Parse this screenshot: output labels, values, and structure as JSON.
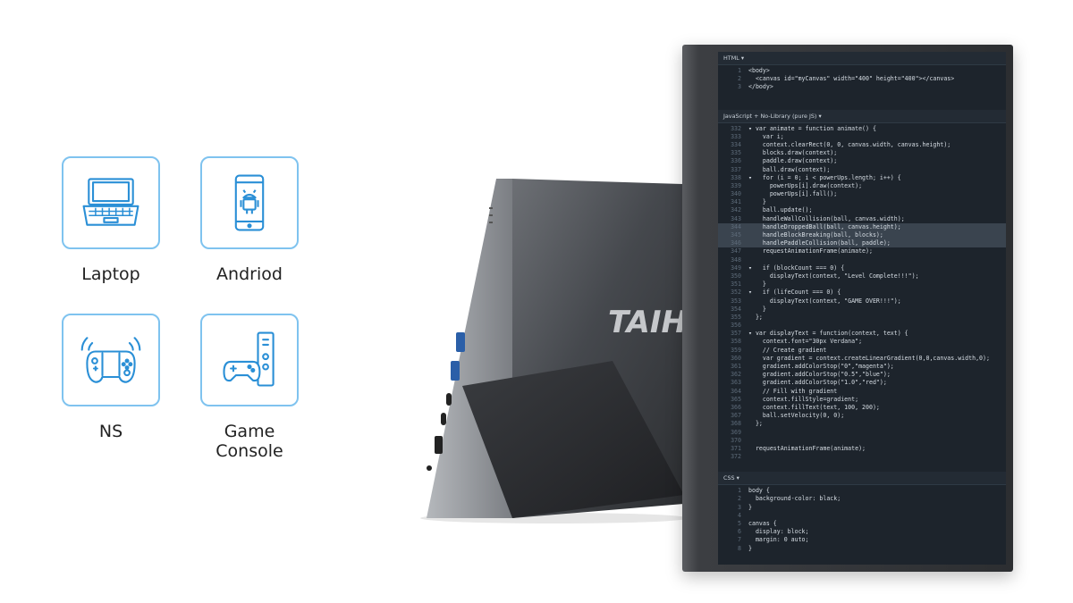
{
  "devices": [
    {
      "label": "Laptop",
      "icon": "laptop-icon"
    },
    {
      "label": "Andriod",
      "icon": "android-phone-icon"
    },
    {
      "label": "NS",
      "icon": "game-controller-switch-icon"
    },
    {
      "label": "Game Console",
      "label_line1": "Game",
      "label_line2": "Console",
      "icon": "game-console-icon"
    }
  ],
  "brand_text": "TAIH",
  "colors": {
    "icon_blue": "#2a8fd6",
    "card_border": "#7fc3ef",
    "screen_bg": "#1d242c"
  },
  "editor": {
    "html_header": "HTML ▾",
    "js_header": "JavaScript + No-Library (pure JS) ▾",
    "css_header": "CSS ▾",
    "html_lines": [
      {
        "n": "1",
        "t": "<body>"
      },
      {
        "n": "2",
        "t": "  <canvas id=\"myCanvas\" width=\"400\" height=\"400\"></canvas>"
      },
      {
        "n": "3",
        "t": "</body>"
      }
    ],
    "js_lines": [
      {
        "n": "332",
        "t": "▾ var animate = function animate() {"
      },
      {
        "n": "333",
        "t": "    var i;"
      },
      {
        "n": "334",
        "t": "    context.clearRect(0, 0, canvas.width, canvas.height);"
      },
      {
        "n": "335",
        "t": "    blocks.draw(context);"
      },
      {
        "n": "336",
        "t": "    paddle.draw(context);"
      },
      {
        "n": "337",
        "t": "    ball.draw(context);"
      },
      {
        "n": "338",
        "t": "▾   for (i = 0; i < powerUps.length; i++) {"
      },
      {
        "n": "339",
        "t": "      powerUps[i].draw(context);"
      },
      {
        "n": "340",
        "t": "      powerUps[i].fall();"
      },
      {
        "n": "341",
        "t": "    }"
      },
      {
        "n": "342",
        "t": "    ball.update();"
      },
      {
        "n": "343",
        "t": "    handleWallCollision(ball, canvas.width);"
      },
      {
        "n": "344",
        "t": "    handleDroppedBall(ball, canvas.height);",
        "hl": true
      },
      {
        "n": "345",
        "t": "    handleBlockBreaking(ball, blocks);",
        "hl": true
      },
      {
        "n": "346",
        "t": "    handlePaddleCollision(ball, paddle);",
        "hl": true
      },
      {
        "n": "347",
        "t": "    requestAnimationFrame(animate);"
      },
      {
        "n": "348",
        "t": ""
      },
      {
        "n": "349",
        "t": "▾   if (blockCount === 0) {"
      },
      {
        "n": "350",
        "t": "      displayText(context, \"Level Complete!!!\");"
      },
      {
        "n": "351",
        "t": "    }"
      },
      {
        "n": "352",
        "t": "▾   if (lifeCount === 0) {"
      },
      {
        "n": "353",
        "t": "      displayText(context, \"GAME OVER!!!\");"
      },
      {
        "n": "354",
        "t": "    }"
      },
      {
        "n": "355",
        "t": "  };"
      },
      {
        "n": "356",
        "t": ""
      },
      {
        "n": "357",
        "t": "▾ var displayText = function(context, text) {"
      },
      {
        "n": "358",
        "t": "    context.font=\"30px Verdana\";"
      },
      {
        "n": "359",
        "t": "    // Create gradient"
      },
      {
        "n": "360",
        "t": "    var gradient = context.createLinearGradient(0,0,canvas.width,0);"
      },
      {
        "n": "361",
        "t": "    gradient.addColorStop(\"0\",\"magenta\");"
      },
      {
        "n": "362",
        "t": "    gradient.addColorStop(\"0.5\",\"blue\");"
      },
      {
        "n": "363",
        "t": "    gradient.addColorStop(\"1.0\",\"red\");"
      },
      {
        "n": "364",
        "t": "    // Fill with gradient"
      },
      {
        "n": "365",
        "t": "    context.fillStyle=gradient;"
      },
      {
        "n": "366",
        "t": "    context.fillText(text, 100, 200);"
      },
      {
        "n": "367",
        "t": "    ball.setVelocity(0, 0);"
      },
      {
        "n": "368",
        "t": "  };"
      },
      {
        "n": "369",
        "t": ""
      },
      {
        "n": "370",
        "t": ""
      },
      {
        "n": "371",
        "t": "  requestAnimationFrame(animate);"
      },
      {
        "n": "372",
        "t": ""
      }
    ],
    "css_lines": [
      {
        "n": "1",
        "t": "body {"
      },
      {
        "n": "2",
        "t": "  background-color: black;"
      },
      {
        "n": "3",
        "t": "}"
      },
      {
        "n": "4",
        "t": ""
      },
      {
        "n": "5",
        "t": "canvas {"
      },
      {
        "n": "6",
        "t": "  display: block;"
      },
      {
        "n": "7",
        "t": "  margin: 0 auto;"
      },
      {
        "n": "8",
        "t": "}"
      }
    ]
  }
}
